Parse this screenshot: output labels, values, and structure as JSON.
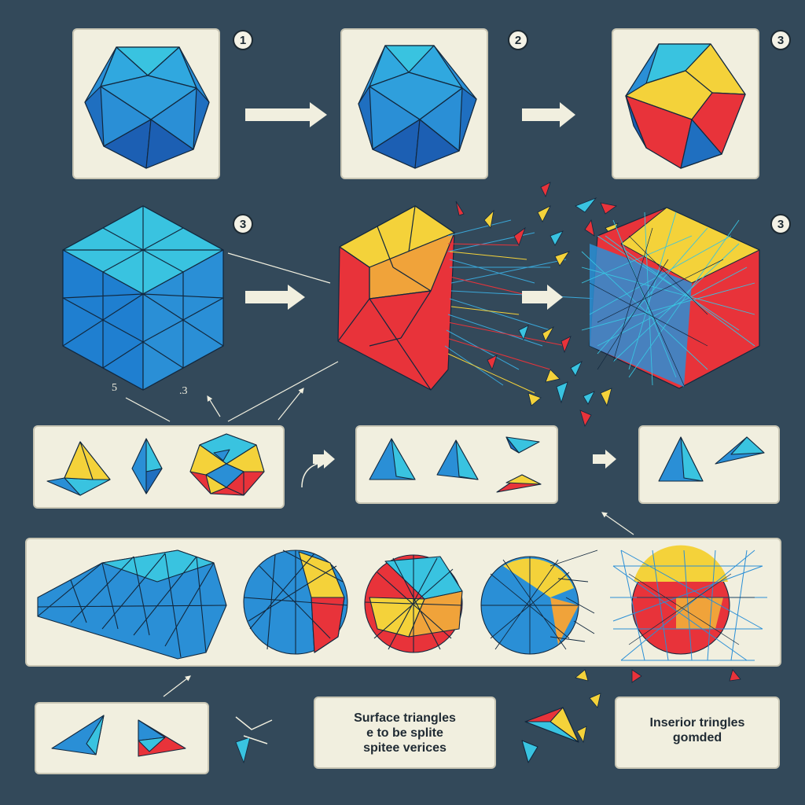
{
  "step_badges": {
    "b1": "1",
    "b2": "2",
    "b3a": "3",
    "b3b": "3",
    "b3c": "3"
  },
  "stray_labels": {
    "s5": "5",
    "s3": ".3"
  },
  "captions": {
    "surface": [
      "Surface triangles",
      "e to be splite",
      "spitee verices"
    ],
    "interior": [
      "Inserior tringles",
      "gomded"
    ]
  },
  "colors": {
    "background": "#33495a",
    "panel": "#f1efdf",
    "mesh_blue": "#2a8fd6",
    "mesh_cyan": "#39c3e0",
    "face_red": "#e8333a",
    "face_yellow": "#f4d23a",
    "edge": "#12283e",
    "arrow": "#f1efdf"
  },
  "icons": {
    "arrow": "right-arrow-icon",
    "mesh": "triangle-mesh-icon",
    "shard": "triangle-shard-icon"
  }
}
